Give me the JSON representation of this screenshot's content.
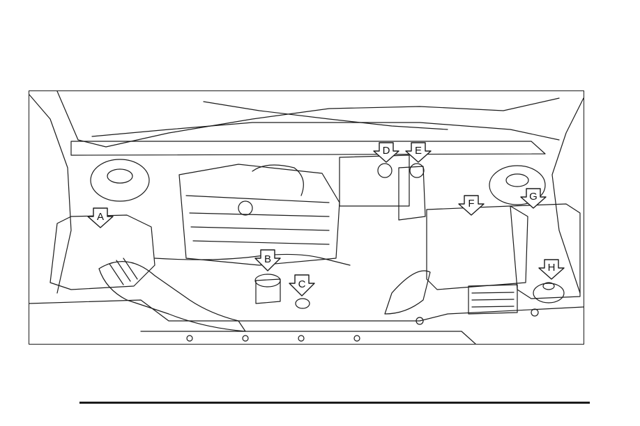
{
  "figure": {
    "description": "",
    "line_color": "#1a1a1a",
    "background": "#ffffff",
    "callouts": [
      "A",
      "B",
      "C",
      "D",
      "E",
      "F",
      "G",
      "H"
    ]
  },
  "footer": {
    "rule_color": "#1a1a1a"
  }
}
